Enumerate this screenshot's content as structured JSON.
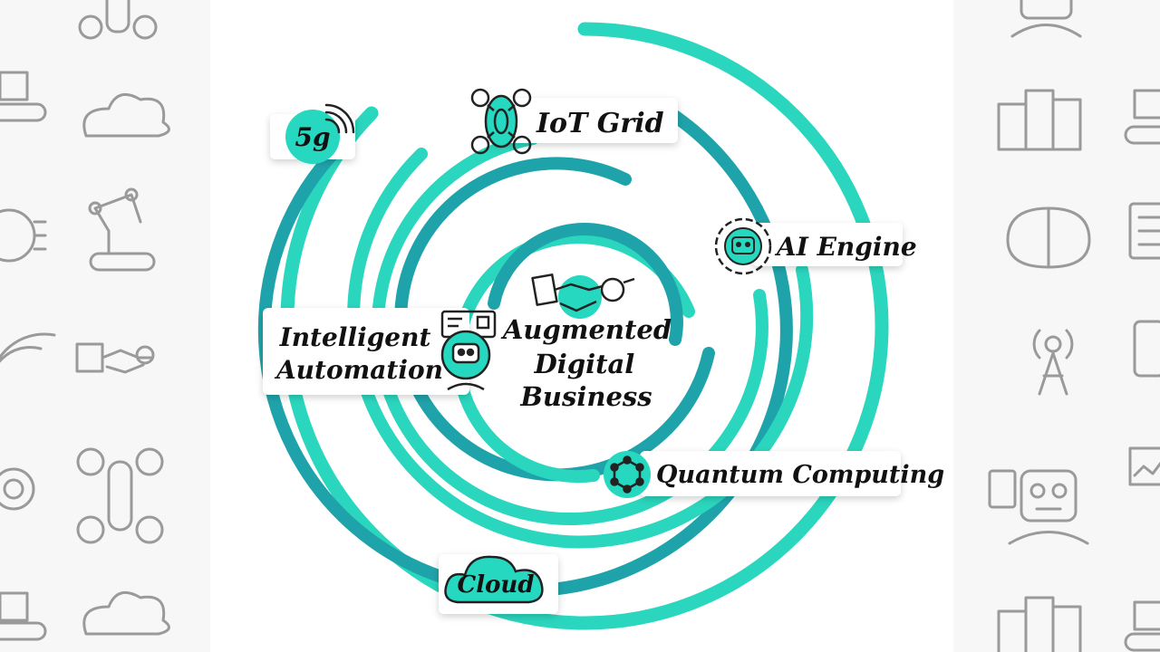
{
  "center": {
    "line1": "Augmented",
    "line2": "Digital",
    "line3": "Business"
  },
  "labels": {
    "fiveg": "5g",
    "iot": "IoT Grid",
    "ai": "AI Engine",
    "automation_1": "Intelligent",
    "automation_2": "Automation",
    "quantum": "Quantum Computing",
    "cloud": "Cloud"
  },
  "icons": {
    "fiveg": "signal-5g-icon",
    "iot": "drone-icon",
    "ai": "robot-gear-icon",
    "automation": "robot-screen-icon",
    "center": "handshake-icon",
    "quantum": "hexagon-network-icon",
    "cloud": "cloud-icon"
  },
  "colors": {
    "ring_light": "#2ad6bd",
    "ring_dark": "#1fa3aa",
    "accent": "#25d8bf",
    "sketch": "#9a9a9a"
  }
}
